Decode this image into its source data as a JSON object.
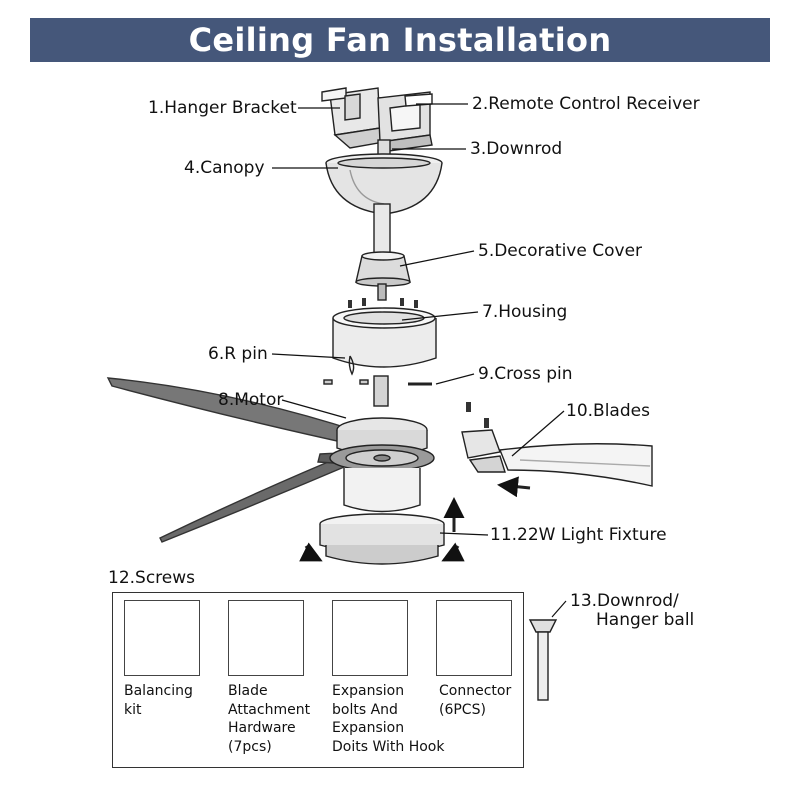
{
  "title": "Ceiling Fan Installation",
  "labels": {
    "hanger_bracket": "1.Hanger Bracket",
    "remote_receiver": "2.Remote Control Receiver",
    "downrod": "3.Downrod",
    "canopy": "4.Canopy",
    "decorative_cover": "5.Decorative Cover",
    "r_pin": "6.R pin",
    "housing": "7.Housing",
    "motor": "8.Motor",
    "cross_pin": "9.Cross pin",
    "blades": "10.Blades",
    "light_fixture": "11.22W Light Fixture",
    "screws": "12.Screws",
    "downrod_ball_line1": "13.Downrod/",
    "downrod_ball_line2": "Hanger ball"
  },
  "screws": [
    {
      "line1": "Balancing",
      "line2": "kit",
      "line3": "",
      "line4": ""
    },
    {
      "line1": "Blade",
      "line2": "Attachment",
      "line3": "Hardware",
      "line4": "(7pcs)"
    },
    {
      "line1": "Expansion",
      "line2": "bolts And",
      "line3": "Expansion",
      "line4": "Doits With Hook"
    },
    {
      "line1": "Connector",
      "line2": "(6PCS)",
      "line3": "",
      "line4": ""
    }
  ],
  "colors": {
    "banner": "#45577a",
    "line": "#222222"
  }
}
